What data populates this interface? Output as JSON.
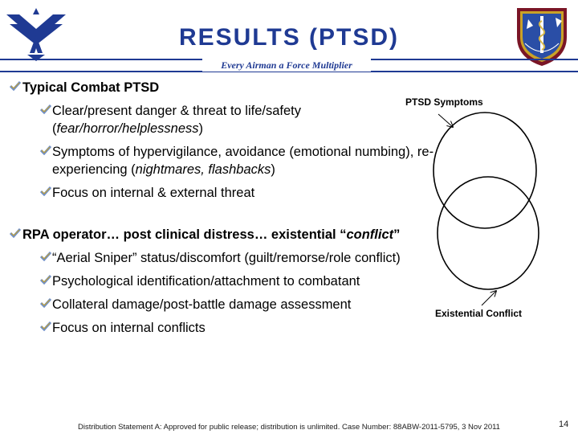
{
  "header": {
    "title": "RESULTS (PTSD)",
    "tagline": "Every Airman a Force Multiplier"
  },
  "bullets": {
    "b1": {
      "text": "Typical Combat PTSD"
    },
    "b1_1": {
      "line1": "Clear/present danger & threat to life/safety",
      "open": "(",
      "italic": "fear/horror/helplessness",
      "close": ")"
    },
    "b1_2": {
      "pre": "Symptoms of hypervigilance, avoidance (emotional numbing), re-experiencing (",
      "italic": "nightmares, flashbacks",
      "close": ")"
    },
    "b1_3": {
      "text": "Focus on internal & external threat"
    },
    "b2": {
      "pre": "RPA operator… post clinical distress… existential “",
      "italic": "conflict",
      "close": "”"
    },
    "b2_1": {
      "text": "“Aerial Sniper” status/discomfort (guilt/remorse/role conflict)"
    },
    "b2_2": {
      "text": "Psychological identification/attachment to combatant"
    },
    "b2_3": {
      "text": "Collateral damage/post-battle damage assessment"
    },
    "b2_4": {
      "text": "Focus on internal conflicts"
    }
  },
  "diagram": {
    "top_label": "PTSD Symptoms",
    "bottom_label": "Existential Conflict"
  },
  "footer": {
    "distribution": "Distribution Statement A: Approved for public release; distribution is unlimited. Case Number: 88ABW-2011-5795, 3 Nov 2011",
    "page_number": "14"
  },
  "colors": {
    "title_blue": "#1f3a93",
    "bullet_blue": "#6f8fc7",
    "bullet_gold": "#c9a227"
  },
  "icons": {
    "left_logo": "air-force-wings-logo",
    "right_logo": "human-performance-wing-shield",
    "bullet": "checkmark-bullet-icon"
  }
}
